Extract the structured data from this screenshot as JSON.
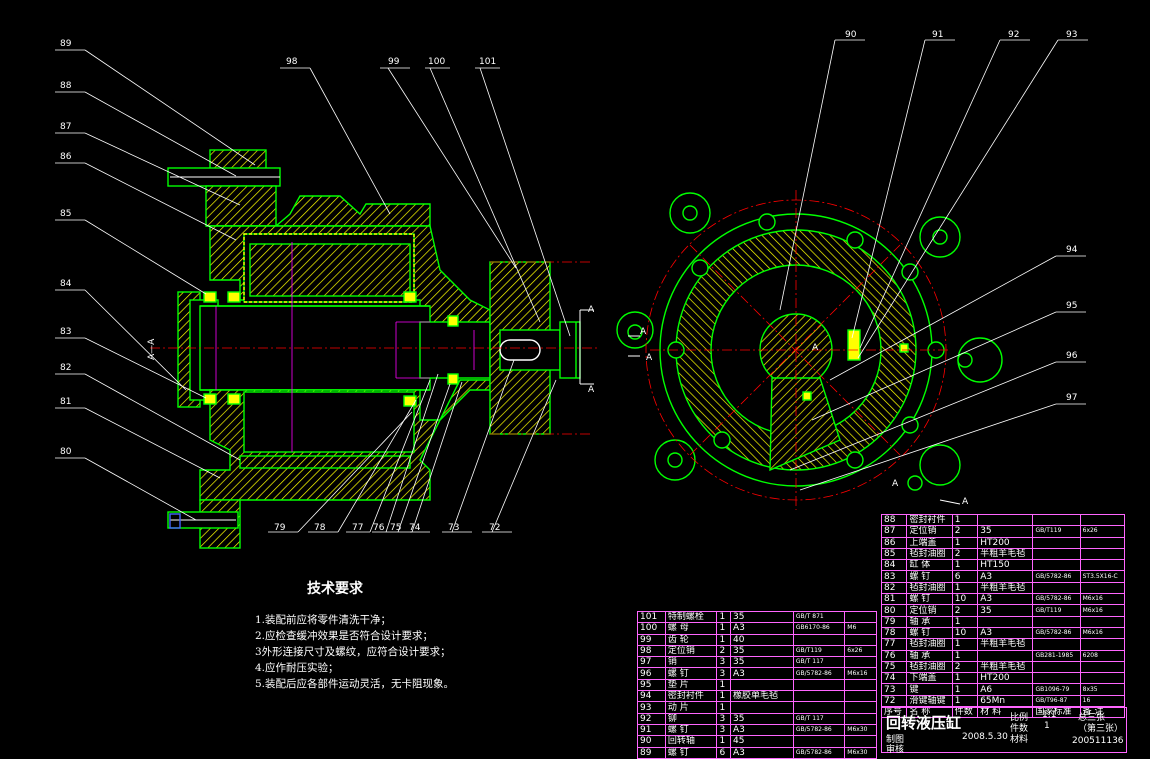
{
  "leaders_left": [
    "89",
    "88",
    "87",
    "86",
    "85",
    "84",
    "83",
    "82",
    "81",
    "80"
  ],
  "leaders_top": [
    "98",
    "99",
    "100",
    "101"
  ],
  "leaders_bottom": [
    "79",
    "78",
    "77",
    "76",
    "75",
    "74",
    "73",
    "72"
  ],
  "leaders_right_top": [
    "90",
    "91",
    "92",
    "93"
  ],
  "leaders_right_side": [
    "94",
    "95",
    "96",
    "97"
  ],
  "section_marks": {
    "a": "A",
    "aa": "A—A"
  },
  "tech_requirements": {
    "title": "技术要求",
    "items": [
      "1.装配前应将零件清洗干净；",
      "2.应检查缓冲效果是否符合设计要求；",
      "3外形连接尺寸及螺纹，应符合设计要求；",
      "4.应作耐压实验；",
      "5.装配后应各部件运动灵活，无卡阻现象。"
    ]
  },
  "parts_left": [
    [
      "101",
      "特制螺栓",
      "1",
      "35",
      "GB/T 871",
      ""
    ],
    [
      "100",
      "螺 母",
      "1",
      "A3",
      "GB6170-86",
      "M6"
    ],
    [
      "99",
      "齿 轮",
      "1",
      "40",
      "",
      ""
    ],
    [
      "98",
      "定位销",
      "2",
      "35",
      "GB/T119",
      "6x26"
    ],
    [
      "97",
      "销",
      "3",
      "35",
      "GB/T 117",
      ""
    ],
    [
      "96",
      "螺 钉",
      "3",
      "A3",
      "GB/5782-86",
      "M6x16"
    ],
    [
      "95",
      "垫 片",
      "1",
      "",
      "",
      ""
    ],
    [
      "94",
      "密封衬件",
      "1",
      "橡胶单毛毡",
      "",
      ""
    ],
    [
      "93",
      "动 片",
      "1",
      "",
      "",
      ""
    ],
    [
      "92",
      "铆",
      "3",
      "35",
      "GB/T 117",
      ""
    ],
    [
      "91",
      "螺 钉",
      "3",
      "A3",
      "GB/5782-86",
      "M6x30"
    ],
    [
      "90",
      "回转轴",
      "1",
      "45",
      "",
      ""
    ],
    [
      "89",
      "螺 钉",
      "6",
      "A3",
      "GB/5782-86",
      "M6x30"
    ]
  ],
  "parts_right": [
    [
      "88",
      "密封衬件",
      "1",
      "",
      "",
      ""
    ],
    [
      "87",
      "定位销",
      "2",
      "35",
      "GB/T119",
      "6x26"
    ],
    [
      "86",
      "上端盖",
      "1",
      "HT200",
      "",
      ""
    ],
    [
      "85",
      "毡封油圈",
      "2",
      "半粗羊毛毡",
      "",
      ""
    ],
    [
      "84",
      "缸 体",
      "1",
      "HT150",
      "",
      ""
    ],
    [
      "83",
      "螺 钉",
      "6",
      "A3",
      "GB/5782-86",
      "ST3.5X16-C"
    ],
    [
      "82",
      "毡封油圈",
      "1",
      "半粗羊毛毡",
      "",
      ""
    ],
    [
      "81",
      "螺 钉",
      "10",
      "A3",
      "GB/5782-86",
      "M6x16"
    ],
    [
      "80",
      "定位销",
      "2",
      "35",
      "GB/T119",
      "M6x16"
    ],
    [
      "79",
      "轴 承",
      "1",
      "",
      "",
      ""
    ],
    [
      "78",
      "螺 钉",
      "10",
      "A3",
      "GB/5782-86",
      "M6x16"
    ],
    [
      "77",
      "毡封油圈",
      "1",
      "半粗羊毛毡",
      "",
      ""
    ],
    [
      "76",
      "轴 承",
      "1",
      "",
      "GB281-1985",
      "6208"
    ],
    [
      "75",
      "毡封油圈",
      "2",
      "半粗羊毛毡",
      "",
      ""
    ],
    [
      "74",
      "下端盖",
      "1",
      "HT200",
      "",
      ""
    ],
    [
      "73",
      "键",
      "1",
      "A6",
      "GB1096-79",
      "8x35"
    ],
    [
      "72",
      "滑键轴键",
      "1",
      "65Mn",
      "GB/T96-87",
      "16"
    ]
  ],
  "header_row": [
    "序号",
    "名 称",
    "件数",
    "材 料",
    "国家标准",
    "备 注"
  ],
  "title_block": {
    "name": "回转液压缸",
    "scale_label": "比例",
    "scale": "1:1",
    "sheet_label": "件数",
    "sheet": "1",
    "drawing_label": "总三张",
    "drawing_sub": "（第三张）",
    "drawn": "制图",
    "checked": "审核",
    "date": "2008.5.30",
    "material_label": "材料",
    "code": "200511136"
  },
  "colors": {
    "outline": "#00ff00",
    "leader": "#ffffff",
    "hatch": "#ffff00",
    "center": "#ff0000",
    "dim": "#ff00ff",
    "table": "#ff66ff"
  }
}
